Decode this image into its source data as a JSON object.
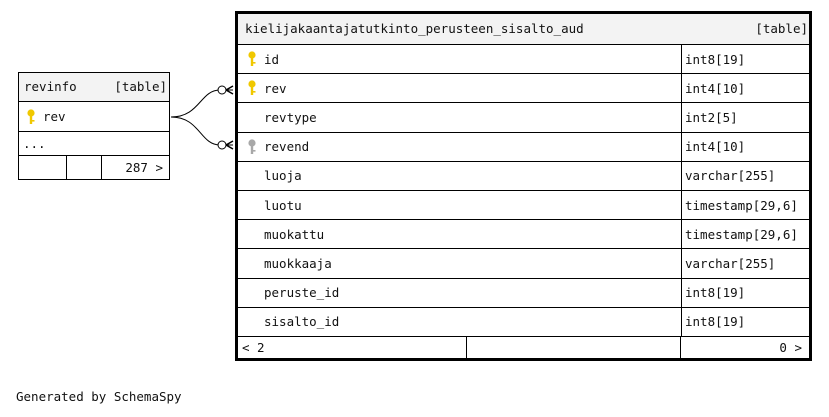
{
  "revinfo": {
    "name": "revinfo",
    "tag": "[table]",
    "columns": [
      {
        "name": "rev",
        "key": "primary"
      }
    ],
    "ellipsis": "...",
    "footer": {
      "left": "",
      "middle": "",
      "right": "287 >"
    }
  },
  "main_table": {
    "name": "kielijakaantajatutkinto_perusteen_sisalto_aud",
    "tag": "[table]",
    "columns": [
      {
        "name": "id",
        "type": "int8[19]",
        "key": "primary"
      },
      {
        "name": "rev",
        "type": "int4[10]",
        "key": "primary"
      },
      {
        "name": "revtype",
        "type": "int2[5]",
        "key": "none"
      },
      {
        "name": "revend",
        "type": "int4[10]",
        "key": "foreign"
      },
      {
        "name": "luoja",
        "type": "varchar[255]",
        "key": "none"
      },
      {
        "name": "luotu",
        "type": "timestamp[29,6]",
        "key": "none"
      },
      {
        "name": "muokattu",
        "type": "timestamp[29,6]",
        "key": "none"
      },
      {
        "name": "muokkaaja",
        "type": "varchar[255]",
        "key": "none"
      },
      {
        "name": "peruste_id",
        "type": "int8[19]",
        "key": "none"
      },
      {
        "name": "sisalto_id",
        "type": "int8[19]",
        "key": "none"
      }
    ],
    "footer": {
      "left": "< 2",
      "middle": "",
      "right": "0 >"
    }
  },
  "footer_text": "Generated by SchemaSpy",
  "colors": {
    "primary_key": "#f0c800",
    "foreign_key": "#a8a8a8",
    "header_bg": "#f3f3f3"
  }
}
